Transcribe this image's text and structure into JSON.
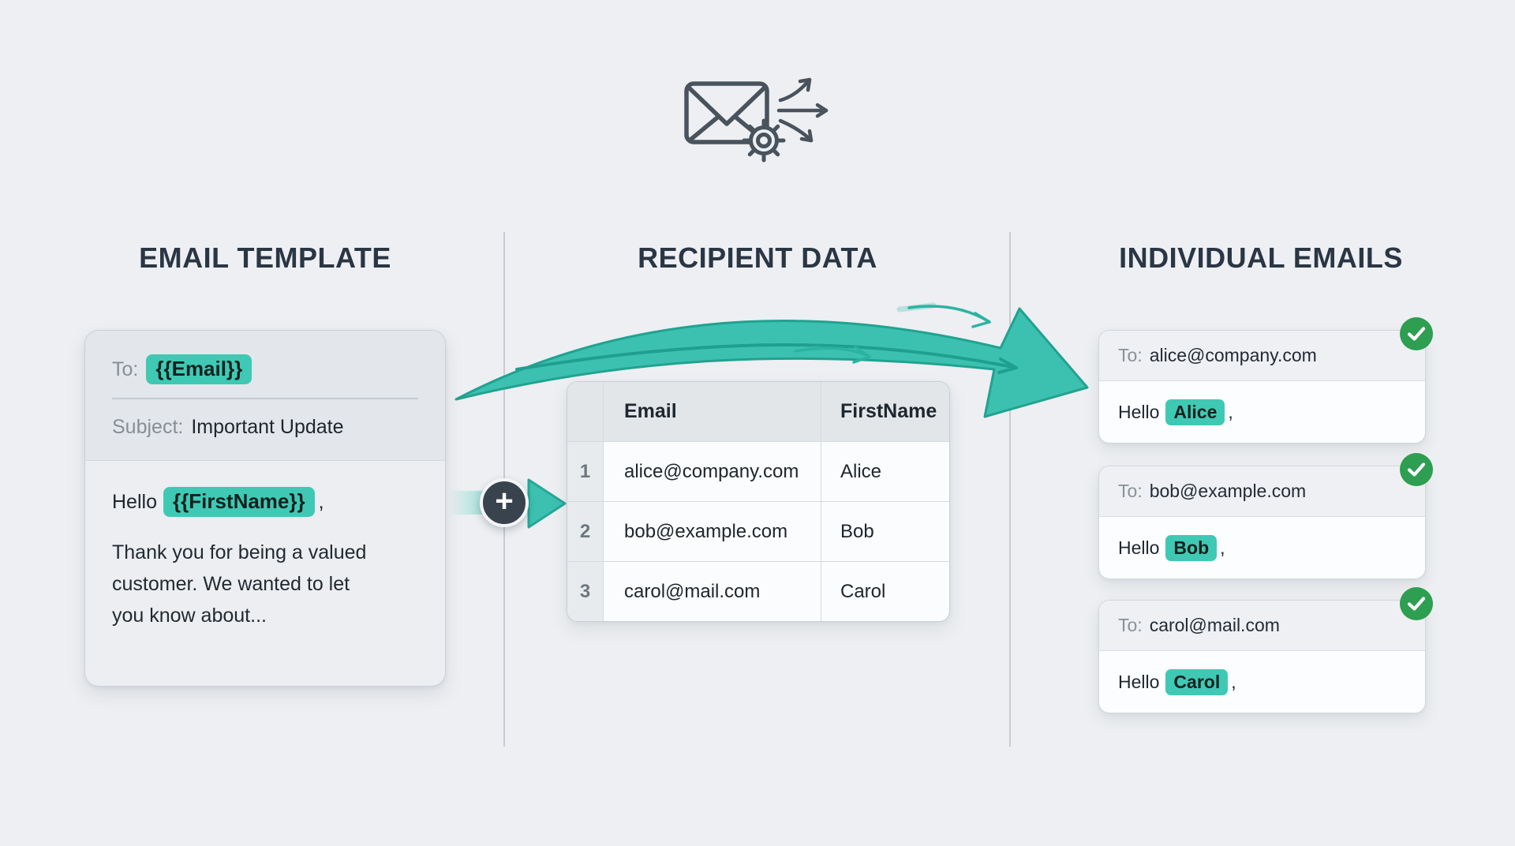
{
  "diagram": {
    "columns": [
      {
        "heading": "EMAIL TEMPLATE"
      },
      {
        "heading": "RECIPIENT DATA"
      },
      {
        "heading": "INDIVIDUAL EMAILS"
      }
    ]
  },
  "template_card": {
    "to_label": "To:",
    "to_variable": "{{Email}}",
    "subject_label": "Subject:",
    "subject_value": "Important Update",
    "greeting_prefix": "Hello",
    "greeting_variable": "{{FirstName}}",
    "greeting_suffix": ",",
    "body_text": "Thank you for being a valued customer. We wanted to let you know about..."
  },
  "recipient_table": {
    "headers": {
      "email": "Email",
      "first_name": "FirstName"
    },
    "rows": [
      {
        "num": "1",
        "email": "alice@company.com",
        "first_name": "Alice"
      },
      {
        "num": "2",
        "email": "bob@example.com",
        "first_name": "Bob"
      },
      {
        "num": "3",
        "email": "carol@mail.com",
        "first_name": "Carol"
      }
    ]
  },
  "email_cards": [
    {
      "to_label": "To:",
      "to_value": "alice@company.com",
      "greeting_prefix": "Hello",
      "name": "Alice",
      "greeting_suffix": ","
    },
    {
      "to_label": "To:",
      "to_value": "bob@example.com",
      "greeting_prefix": "Hello",
      "name": "Bob",
      "greeting_suffix": ","
    },
    {
      "to_label": "To:",
      "to_value": "carol@mail.com",
      "greeting_prefix": "Hello",
      "name": "Carol",
      "greeting_suffix": ","
    }
  ],
  "icons": {
    "plus": "+"
  },
  "colors": {
    "accent_teal": "#3fc9b4",
    "arrow_teal": "#3cc1b0",
    "arrow_teal_dark": "#1f9f90",
    "success_green": "#2e9e51",
    "slate": "#2c3946",
    "background": "#edeff2"
  }
}
